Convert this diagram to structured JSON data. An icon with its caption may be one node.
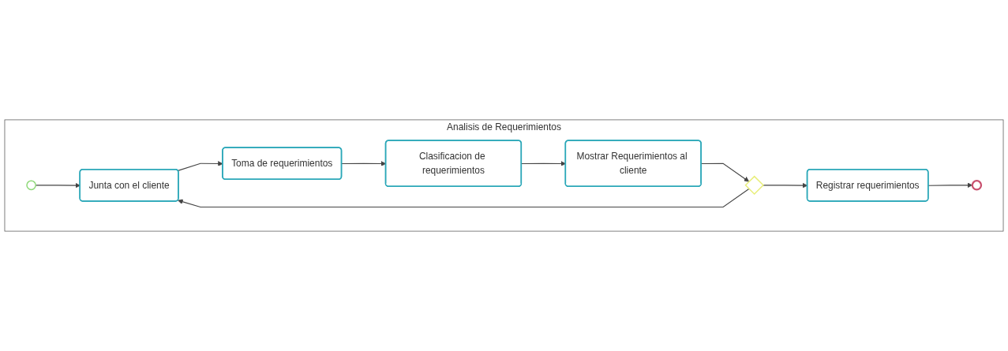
{
  "diagram": {
    "nodes": [
      {
        "text": [
          "Analisis de Requerimientos"
        ]
      },
      {
        "text": [],
        "shape": "circle",
        "in": 0
      },
      {
        "text": [
          "Junta con el cliente"
        ],
        "in": 0
      },
      {
        "text": [
          "Toma de requerimientos"
        ],
        "in": 0
      },
      {
        "text": [
          "Clasificacion de requerimientos"
        ],
        "in": 0
      },
      {
        "text": [
          "Mostrar Requerimientos al cliente"
        ],
        "in": 0
      },
      {
        "text": [],
        "shape": "diamond",
        "in": 0
      },
      {
        "text": [
          "Registrar requerimientos"
        ],
        "in": 0
      },
      {
        "text": [],
        "shape": "circle",
        "in": 0
      }
    ],
    "edges": [
      {
        "from": 1,
        "to": 2,
        "arrow": "to"
      },
      {
        "from": 2,
        "to": 3,
        "arrow": "to"
      },
      {
        "from": 3,
        "to": 4,
        "arrow": "to"
      },
      {
        "from": 4,
        "to": 5,
        "arrow": "to"
      },
      {
        "from": 5,
        "to": 6,
        "arrow": "to"
      },
      {
        "from": 6,
        "to": 2,
        "arrow": "to"
      },
      {
        "from": 6,
        "to": 7,
        "arrow": "to"
      },
      {
        "from": 7,
        "to": 8,
        "arrow": "to"
      }
    ]
  }
}
